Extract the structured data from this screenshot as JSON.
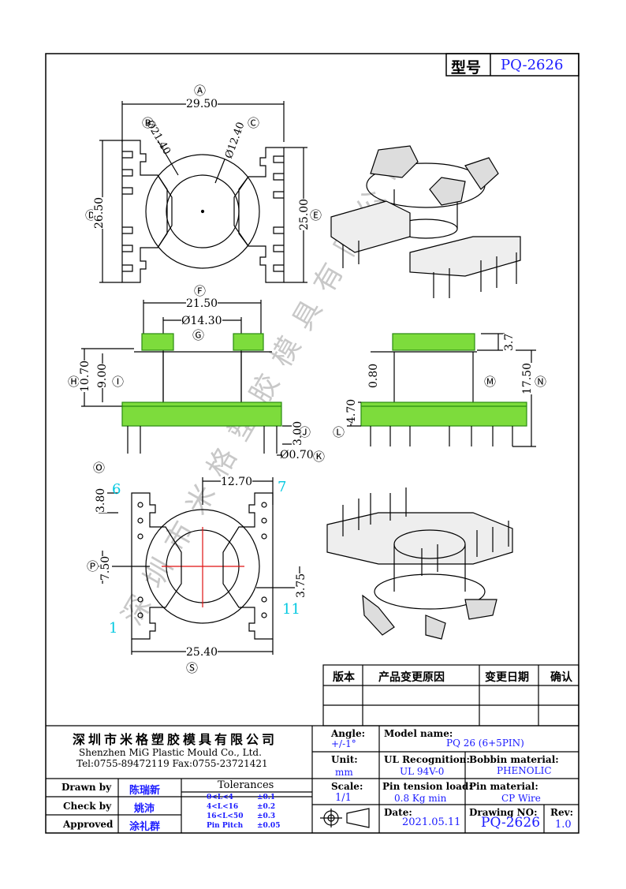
{
  "model_box": {
    "label": "型号",
    "value": "PQ-2626"
  },
  "dims": {
    "A": "Ⓐ",
    "B": "Ⓑ",
    "C": "Ⓒ",
    "D": "Ⓓ",
    "E": "Ⓔ",
    "F": "Ⓕ",
    "G": "Ⓖ",
    "H": "Ⓗ",
    "I": "Ⓘ",
    "J": "Ⓙ",
    "K": "Ⓚ",
    "L": "Ⓛ",
    "M": "Ⓜ",
    "N": "Ⓝ",
    "O": "Ⓞ",
    "P": "Ⓟ",
    "S": "Ⓢ",
    "v_29_50": "29.50",
    "v_21_40": "Ø21.40",
    "v_12_40": "Ø12.40",
    "v_26_50": "26.50",
    "v_25_00": "25.00",
    "v_21_50": "21.50",
    "v_14_30": "Ø14.30",
    "v_10_70": "10.70",
    "v_9_00": "9.00",
    "v_3_00": "3.00",
    "v_0_70": "Ø0.70",
    "v_3_7": "3.7",
    "v_0_80": "0.80",
    "v_17_50": "17.50",
    "v_4_70": "4.70",
    "v_3_80": "3.80",
    "v_12_70": "12.70",
    "v_7_50": "7.50",
    "v_3_75": "3.75",
    "v_25_40": "25.40",
    "pin6": "6",
    "pin7": "7",
    "pin1": "1",
    "pin11": "11"
  },
  "watermark": "深圳市米格塑胶模具有限公司",
  "revision_table": {
    "headers": [
      "版本",
      "产品变更原因",
      "变更日期",
      "确认"
    ]
  },
  "title_block": {
    "company_cn": "深圳市米格塑胶模具有限公司",
    "company_en": "Shenzhen MiG Plastic Mould Co., Ltd.",
    "contact": "Tel:0755-89472119   Fax:0755-23721421",
    "angle_label": "Angle:",
    "angle_value": "+/-1°",
    "unit_label": "Unit:",
    "unit_value": "mm",
    "scale_label": "Scale:",
    "scale_value": "1/1",
    "model_label": "Model name:",
    "model_value": "PQ 26 (6+5PIN)",
    "ul_label": "UL Recognition:",
    "ul_value": "UL 94V-0",
    "bobbin_label": "Bobbin material:",
    "bobbin_value": "PHENOLIC",
    "tension_label": "Pin tension load:",
    "tension_value": "0.8 Kg min",
    "pinmat_label": "Pin material:",
    "pinmat_value": "CP Wire",
    "date_label": "Date:",
    "date_value": "2021.05.11",
    "drawing_label": "Drawing NO:",
    "drawing_value": "PQ-2626",
    "rev_label": "Rev:",
    "rev_value": "1.0",
    "drawn_by_label": "Drawn by",
    "drawn_by": "陈瑞新",
    "check_by_label": "Check by",
    "check_by": "姚沛",
    "approved_label": "Approved",
    "approved_by": "涂礼群",
    "tolerances_label": "Tolerances",
    "tol_rows": [
      {
        "range": "0<L<4",
        "tol": "±0.1"
      },
      {
        "range": "4<L<16",
        "tol": "±0.2"
      },
      {
        "range": "16<L<50",
        "tol": "±0.3"
      },
      {
        "range": "Pin Pitch",
        "tol": "±0.05"
      }
    ]
  }
}
